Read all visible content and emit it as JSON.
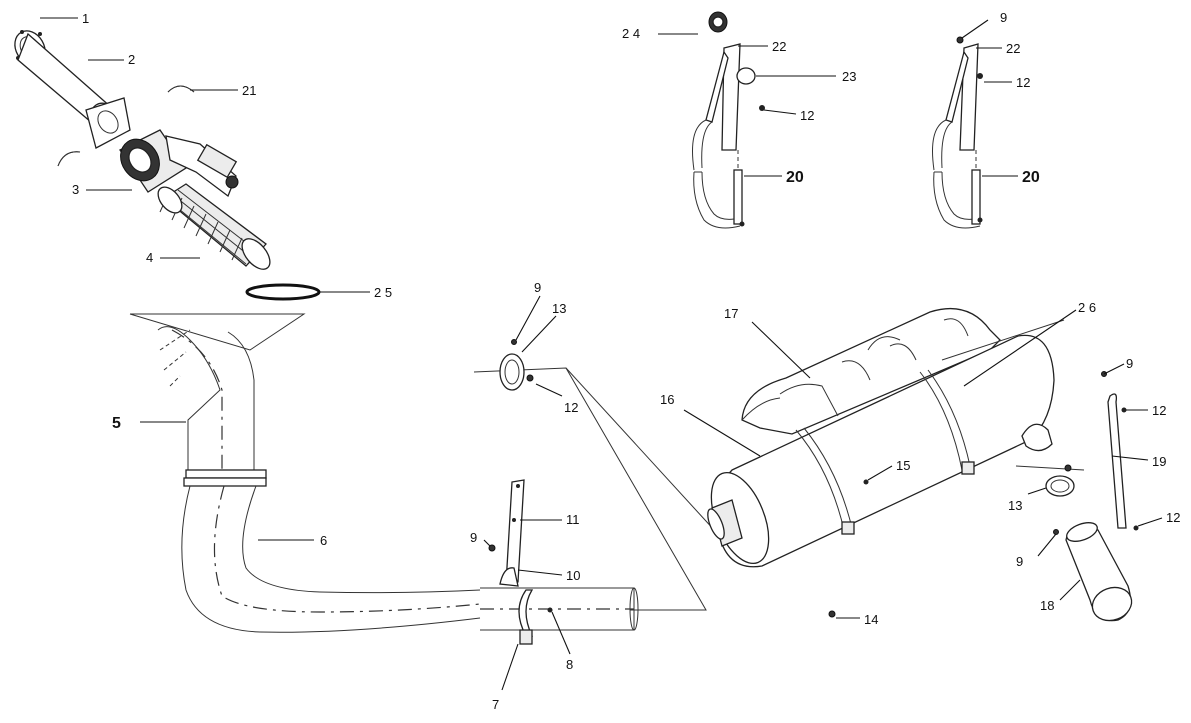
{
  "labels": {
    "p1": "1",
    "p2": "2",
    "p3": "3",
    "p4": "4",
    "p5": "5",
    "p6": "6",
    "p7": "7",
    "p8": "8",
    "p9_a": "9",
    "p9_b": "9",
    "p9_c": "9",
    "p9_d": "9",
    "p9_e": "9",
    "p10": "10",
    "p11": "11",
    "p12_a": "12",
    "p12_b": "12",
    "p12_c": "12",
    "p12_d": "12",
    "p12_e": "12",
    "p13_a": "13",
    "p13_b": "13",
    "p14": "14",
    "p15": "15",
    "p16": "16",
    "p17": "17",
    "p18": "18",
    "p19": "19",
    "p20_a": "20",
    "p20_b": "20",
    "p21": "21",
    "p22_a": "22",
    "p22_b": "22",
    "p23": "23",
    "p24": "2 4",
    "p25": "2 5",
    "p26": "2 6"
  }
}
